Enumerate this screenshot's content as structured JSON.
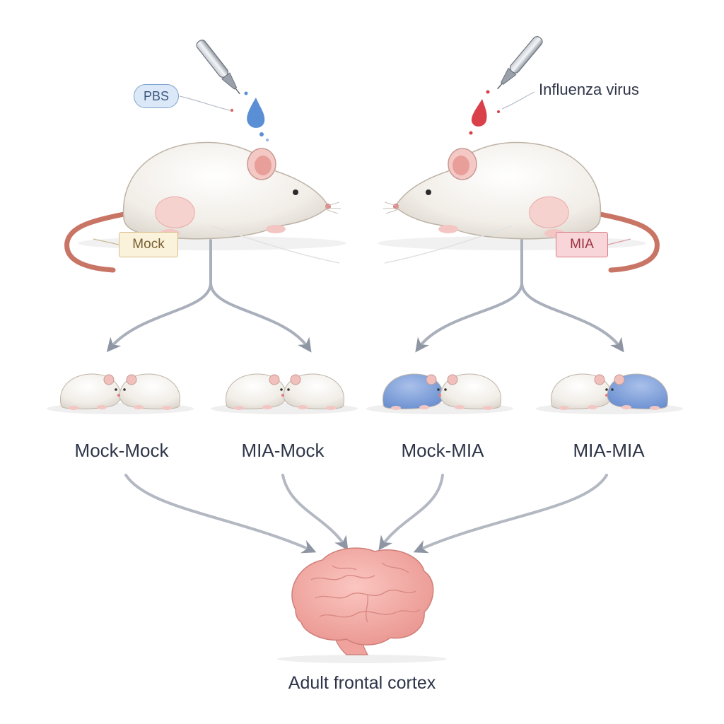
{
  "treatments": {
    "left_agent": "PBS",
    "right_agent": "Influenza virus"
  },
  "parents": {
    "left_tag": "Mock",
    "right_tag": "MIA"
  },
  "groups": [
    "Mock-Mock",
    "MIA-Mock",
    "Mock-MIA",
    "MIA-MIA"
  ],
  "output": {
    "label": "Adult frontal cortex"
  },
  "colors": {
    "pbs_drop": "#5a8fd6",
    "virus_drop": "#d9404a",
    "mia_pup": "#7f9fd8",
    "mock_pup": "#f3efe9",
    "brain": "#f2a9a6",
    "arrow": "#a9afbb",
    "text": "#2e3448"
  }
}
